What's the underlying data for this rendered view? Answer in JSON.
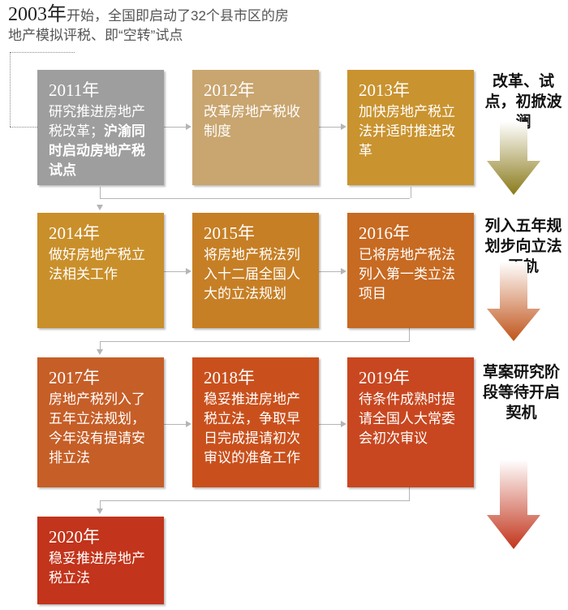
{
  "intro": {
    "year": "2003年",
    "text": "开始，全国即启动了32个县市区的房地产模拟评税、即“空转”试点"
  },
  "rows": [
    [
      {
        "year": "2011年",
        "text": "研究推进房地产税改革；",
        "bold": "沪渝同时启动房地产税试点",
        "color": "#9e9e9e"
      },
      {
        "year": "2012年",
        "text": "改革房地产税收制度",
        "bold": "",
        "color": "#c9a56f"
      },
      {
        "year": "2013年",
        "text": "加快房地产税立法并适时推进改革",
        "bold": "",
        "color": "#c9932f"
      }
    ],
    [
      {
        "year": "2014年",
        "text": "做好房地产税立法相关工作",
        "bold": "",
        "color": "#c98f2a"
      },
      {
        "year": "2015年",
        "text": "将房地产税法列入十二届全国人大的立法规划",
        "bold": "",
        "color": "#c67f25"
      },
      {
        "year": "2016年",
        "text": "已将房地产税法列入第一类立法项目",
        "bold": "",
        "color": "#c76a22"
      }
    ],
    [
      {
        "year": "2017年",
        "text": "房地产税列入了五年立法规划，今年没有提请安排立法",
        "bold": "",
        "color": "#c65e27"
      },
      {
        "year": "2018年",
        "text": "稳妥推进房地产税立法，争取早日完成提请初次审议的准备工作",
        "bold": "",
        "color": "#c9501c"
      },
      {
        "year": "2019年",
        "text": "待条件成熟时提请全国人大常委会初次审议",
        "bold": "",
        "color": "#c84720"
      }
    ],
    [
      {
        "year": "2020年",
        "text": "稳妥推进房地产税立法",
        "bold": "",
        "color": "#c2341b"
      }
    ]
  ],
  "stages": [
    {
      "label": "改革、试点，初掀波澜",
      "color_top": "#ffffff",
      "color_bottom": "#8a7a1a"
    },
    {
      "label": "列入五年规划步向立法正轨",
      "color_top": "#ffffff",
      "color_bottom": "#c0541a"
    },
    {
      "label": "草案研究阶段等待开启契机",
      "color_top": "#ffffff",
      "color_bottom": "#c2341b"
    }
  ]
}
